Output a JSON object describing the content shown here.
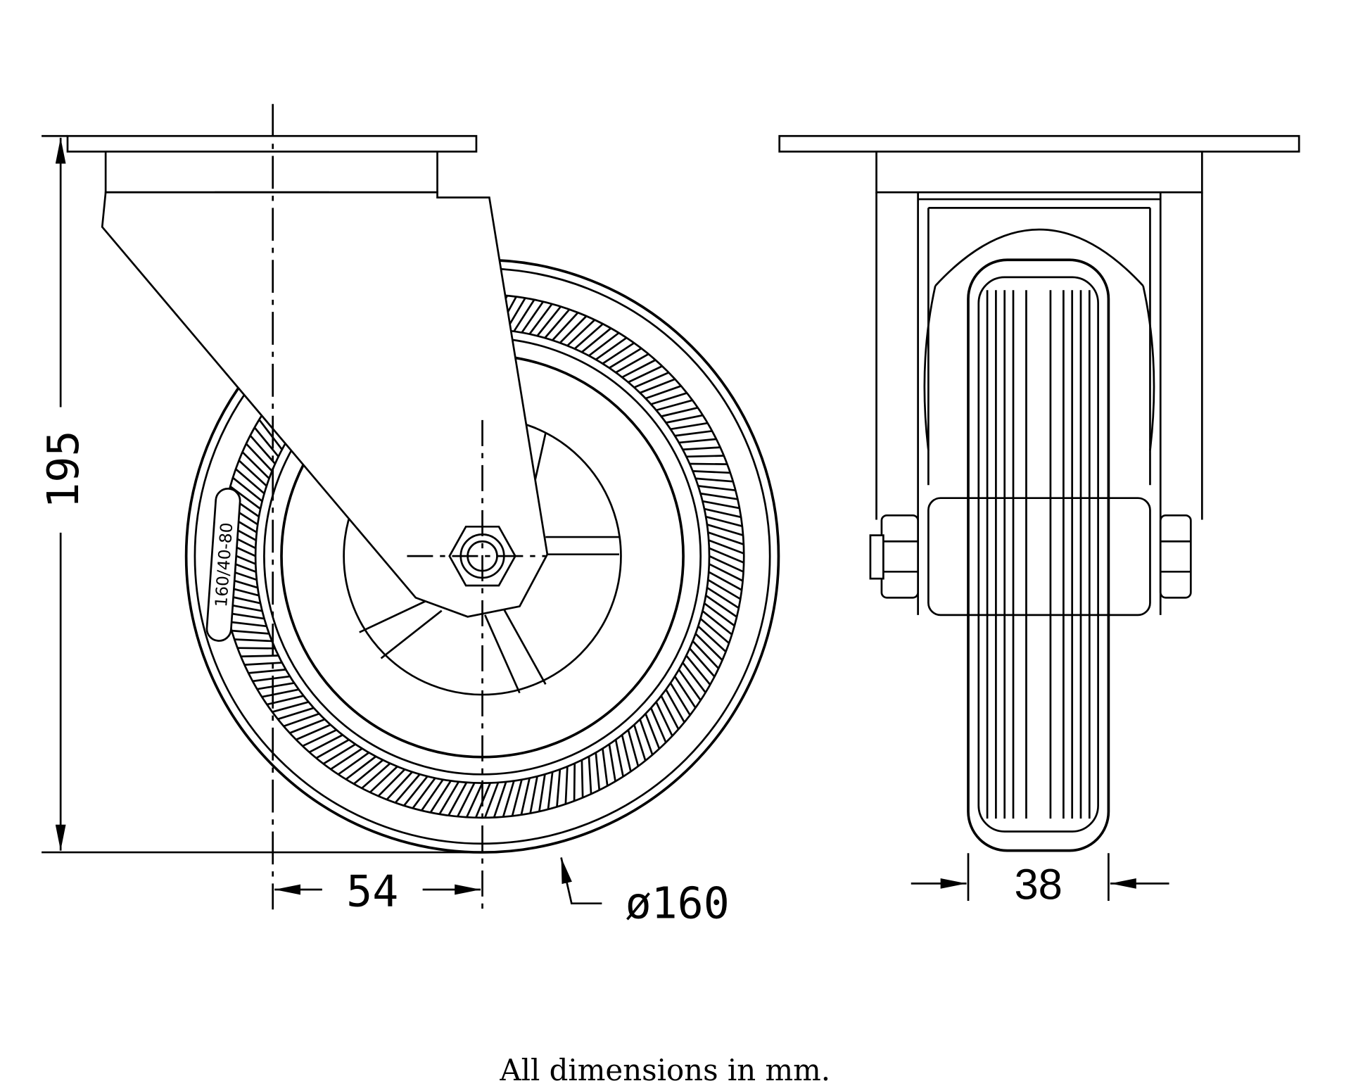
{
  "dimensions": {
    "overall_height": "195",
    "offset": "54",
    "wheel_diameter": "ø160",
    "wheel_width": "38"
  },
  "wheel_marking": "160/40-80",
  "footer_note": "All dimensions in mm.",
  "colors": {
    "line": "#000000",
    "background": "#ffffff"
  }
}
